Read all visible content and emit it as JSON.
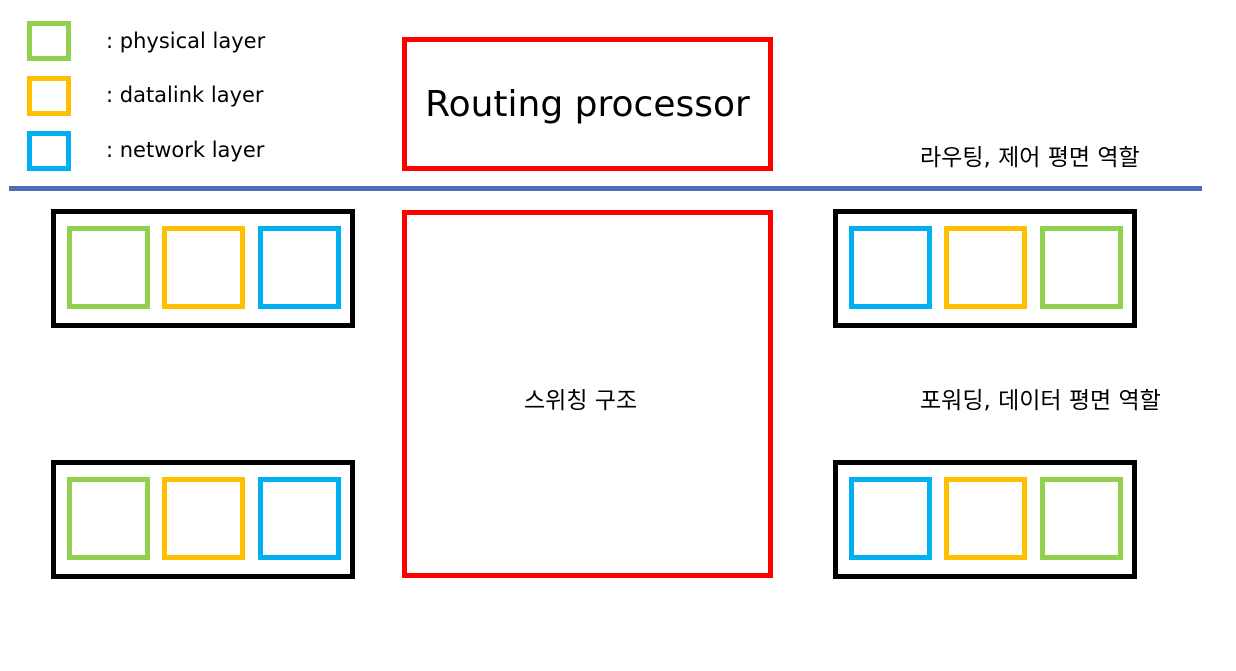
{
  "colors": {
    "physical": "#92d050",
    "datalink": "#ffc000",
    "network": "#00b0f0",
    "processor": "#ff0000",
    "bus": "#4a6fb3",
    "card": "#000000"
  },
  "legend": {
    "physical": ": physical layer",
    "datalink": ": datalink layer",
    "network": ": network layer"
  },
  "routing_processor": {
    "label": "Routing processor"
  },
  "switch_fabric": {
    "label": "스위칭 구조"
  },
  "notes": {
    "control_plane": "라우팅, 제어 평면 역할",
    "data_plane": "포워딩, 데이터 평면 역할"
  }
}
